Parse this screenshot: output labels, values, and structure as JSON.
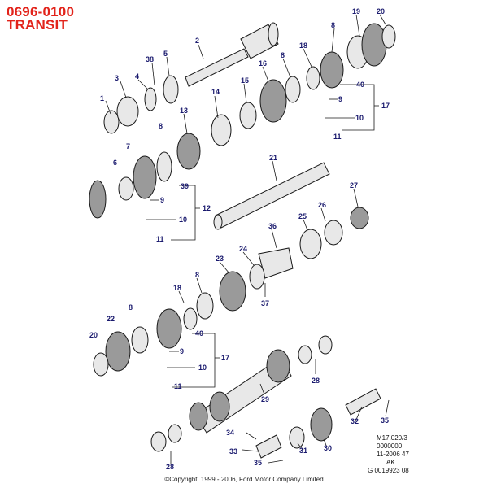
{
  "header": {
    "code": "0696-0100",
    "model": "TRANSIT"
  },
  "reference": [
    "M17.020/3",
    "0000000",
    "11-2006 47",
    "AK",
    "G 0019923 08"
  ],
  "copyright": "©Copyright, 1999 - 2006, Ford Motor Company Limited",
  "callouts": [
    "1",
    "2",
    "3",
    "4",
    "38",
    "5",
    "14",
    "13",
    "15",
    "16",
    "8",
    "18",
    "19",
    "20",
    "8",
    "9",
    "40",
    "17",
    "10",
    "11",
    "8",
    "7",
    "6",
    "39",
    "9",
    "12",
    "10",
    "11",
    "21",
    "26",
    "27",
    "25",
    "36",
    "24",
    "23",
    "8",
    "18",
    "37",
    "22",
    "8",
    "20",
    "40",
    "9",
    "17",
    "10",
    "11",
    "28",
    "29",
    "32",
    "35",
    "34",
    "33",
    "31",
    "30",
    "35",
    "28"
  ],
  "colors": {
    "header": "#e2231a",
    "callout": "#1a1a6e"
  }
}
